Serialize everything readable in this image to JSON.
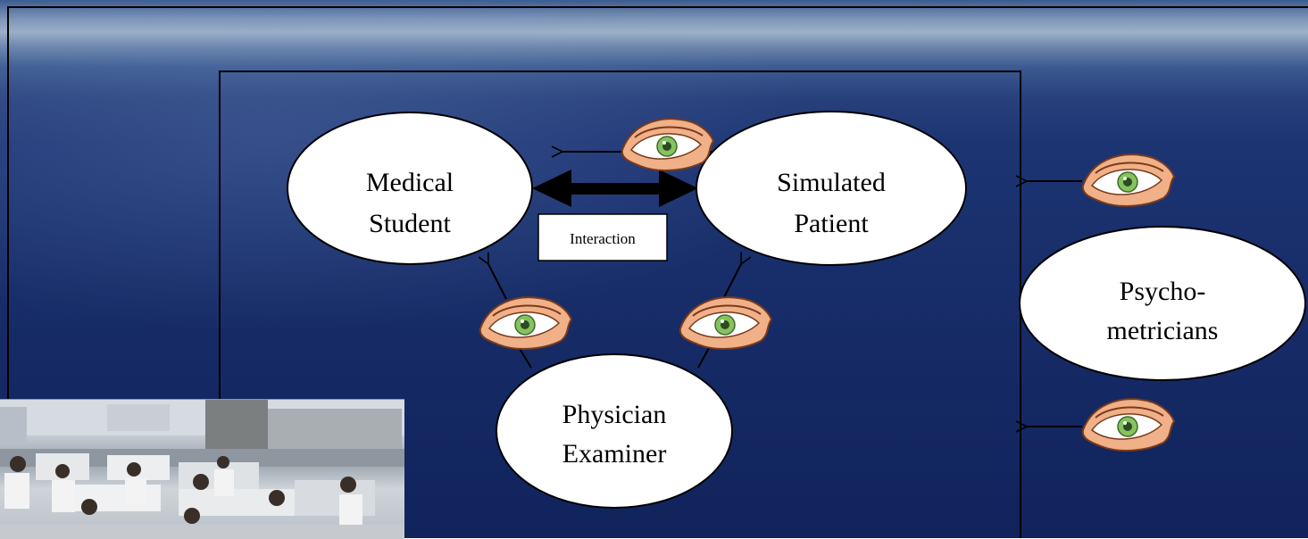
{
  "nodes": {
    "medical_student": {
      "line1": "Medical",
      "line2": "Student"
    },
    "simulated_patient": {
      "line1": "Simulated",
      "line2": "Patient"
    },
    "physician_examiner": {
      "line1": "Physician",
      "line2": "Examiner"
    },
    "psychometricians": {
      "line1": "Psycho-",
      "line2": "metricians"
    }
  },
  "interaction_box": {
    "label": "Interaction"
  },
  "icons": {
    "observer": "eye-icon",
    "photo": "exam-room-photo"
  },
  "colors": {
    "sky_top": "#9fb1c9",
    "ocean": "#19306d",
    "node_fill": "#ffffff",
    "stroke": "#000000",
    "eye_iris": "#7fbf5a",
    "eye_skin": "#f2b48a"
  }
}
